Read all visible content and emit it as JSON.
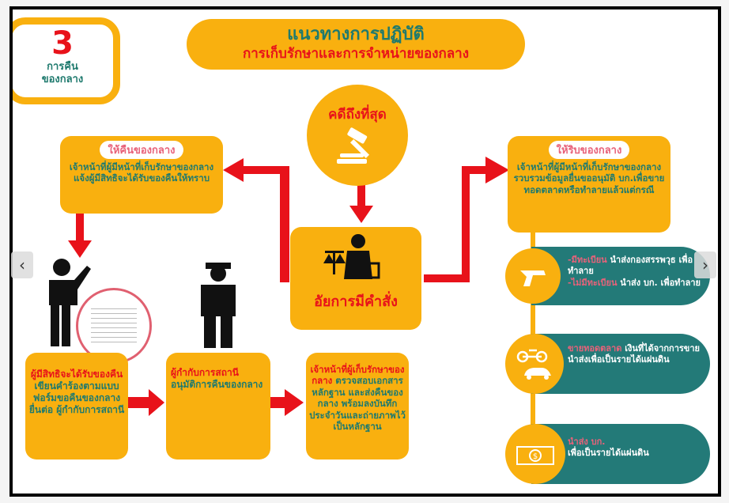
{
  "step": {
    "number": "3",
    "label_line1": "การคืน",
    "label_line2": "ของกลาง"
  },
  "title": {
    "line1": "แนวทางการปฏิบัติ",
    "line2": "การเก็บรักษาและการจำหน่ายของกลาง"
  },
  "final_case": "คดีถึงที่สุด",
  "prosecutor": "อัยการมีคำสั่ง",
  "return_box": {
    "header": "ให้คืนของกลาง",
    "text": "เจ้าหน้าที่ผู้มีหน้าที่เก็บรักษาของกลางแจ้งผู้มีสิทธิจะได้รับของคืนให้ทราบ"
  },
  "seize_box": {
    "header": "ให้ริบของกลาง",
    "text": "เจ้าหน้าที่ผู้มีหน้าที่เก็บรักษาของกลางรวบรวมข้อมูลยื่นขออนุมัติ บก.เพื่อขายทอดตลาดหรือทำลายแล้วแต่กรณี"
  },
  "steps": [
    {
      "highlight": "ผู้มีสิทธิจะได้รับของคืน",
      "text": " เขียนคำร้องตามแบบฟอร์มขอคืนของกลาง ยื่นต่อ ผู้กำกับการสถานี"
    },
    {
      "highlight": "ผู้กำกับการสถานี",
      "text": " อนุมัติการคืนของกลาง"
    },
    {
      "highlight": "เจ้าหน้าที่ผู้เก็บรักษาของกลาง",
      "text": " ตรวจสอบเอกสารหลักฐาน และส่งคืนของกลาง พร้อมลงบันทึกประจำวันและถ่ายภาพไว้เป็นหลักฐาน"
    }
  ],
  "outcomes": [
    {
      "icon": "gun-icon",
      "h1": "-มีทะเบียน",
      "t1": " นำส่งกองสรรพวุธ เพื่อทำลาย",
      "h2": "-ไม่มีทะเบียน",
      "t2": " นำส่ง บก. เพื่อทำลาย"
    },
    {
      "icon": "vehicle-icon",
      "h1": "ขายทอดตลาด",
      "t1": " เงินที่ได้จากการขาย นำส่งเพื่อเป็นรายได้แผ่นดิน"
    },
    {
      "icon": "money-icon",
      "h1": "นำส่ง บก.",
      "t1": "เพื่อเป็นรายได้แผ่นดิน"
    }
  ],
  "carousel": {
    "prev": "‹",
    "next": "›"
  },
  "colors": {
    "orange": "#F9B00F",
    "teal": "#237a78",
    "red": "#e8121a"
  }
}
